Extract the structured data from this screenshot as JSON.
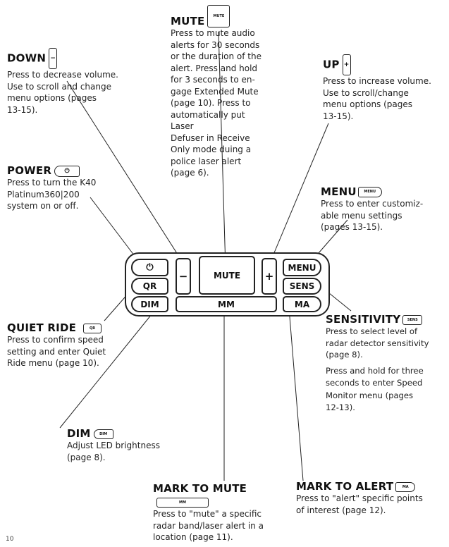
{
  "callouts": {
    "mute": {
      "title": "MUTE",
      "badge": "MUTE",
      "desc": "Press to mute audio\nalerts for 30 seconds\nor the duration of the\nalert. Press and hold\nfor 3 seconds to en-\ngage Extended Mute\n(page 10). Press to\nautomatically put Laser\nDefuser in Receive\nOnly mode duing a\npolice laser alert\n(page 6)."
    },
    "down": {
      "title": "DOWN",
      "badge": "−",
      "desc": "Press to decrease volume.\nUse to scroll and change\nmenu options (pages\n13-15)."
    },
    "up": {
      "title": "UP",
      "badge": "+",
      "desc": "Press to increase volume.\nUse to scroll/change\nmenu options (pages\n13-15)."
    },
    "power": {
      "title": "POWER",
      "badge": "⏻",
      "desc": "Press to turn the K40\nPlatinum360|200\nsystem on or off."
    },
    "menu": {
      "title": "MENU",
      "badge": "MENU",
      "desc": "Press to enter customiz-\nable menu settings\n(pages 13-15)."
    },
    "quiet": {
      "title": "QUIET RIDE",
      "badge": "QR",
      "desc": "Press to confirm speed\nsetting and enter Quiet\nRide menu (page 10)."
    },
    "sens": {
      "title": "SENSITIVITY",
      "badge": "SENS",
      "desc": "Press to select level of\nradar detector sensitivity\n(page 8).",
      "desc2": "Press and hold for three\nseconds to enter Speed\nMonitor menu (pages\n12-13)."
    },
    "dim": {
      "title": "DIM",
      "badge": "DIM",
      "desc": "Adjust LED brightness\n(page 8)."
    },
    "ma": {
      "title": "MARK TO ALERT",
      "badge": "MA",
      "desc": "Press to \"alert\" specific points\nof interest  (page 12)."
    },
    "mm": {
      "title": "MARK TO MUTE",
      "badge": "MM",
      "desc": "Press to \"mute\" a specific\nradar band/laser alert in a\nlocation (page 11)."
    }
  },
  "keys": {
    "power": "⏻",
    "minus": "−",
    "mute": "MUTE",
    "plus": "+",
    "menu": "MENU",
    "qr": "QR",
    "sens": "SENS",
    "dim": "DIM",
    "mm": "MM",
    "ma": "MA"
  },
  "page_number": "10"
}
